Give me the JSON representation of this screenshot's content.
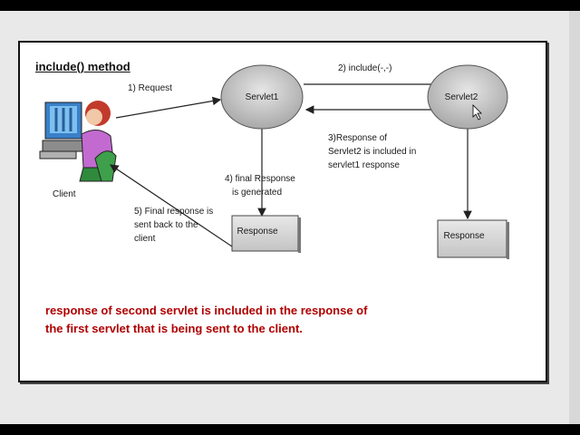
{
  "title": "include() method",
  "nodes": {
    "client": "Client",
    "servlet1": "Servlet1",
    "servlet2": "Servlet2",
    "response1": "Response",
    "response2": "Response"
  },
  "arrows": {
    "request": "1) Request",
    "include": "2) include(-,-)",
    "servlet2_response": [
      "3)Response of",
      "Servlet2 is included  in",
      "servlet1 response"
    ],
    "final_generated": [
      "4) final Response",
      "is generated"
    ],
    "final_sent": [
      "5) Final response  is",
      "sent back to the",
      "client"
    ]
  },
  "caption": [
    "response of second servlet is included in the response of",
    "the first servlet that is being sent to the client."
  ],
  "colors": {
    "caption": "#b00000",
    "ellipse": "#c8c8c8",
    "box": "#d6d6d6"
  }
}
